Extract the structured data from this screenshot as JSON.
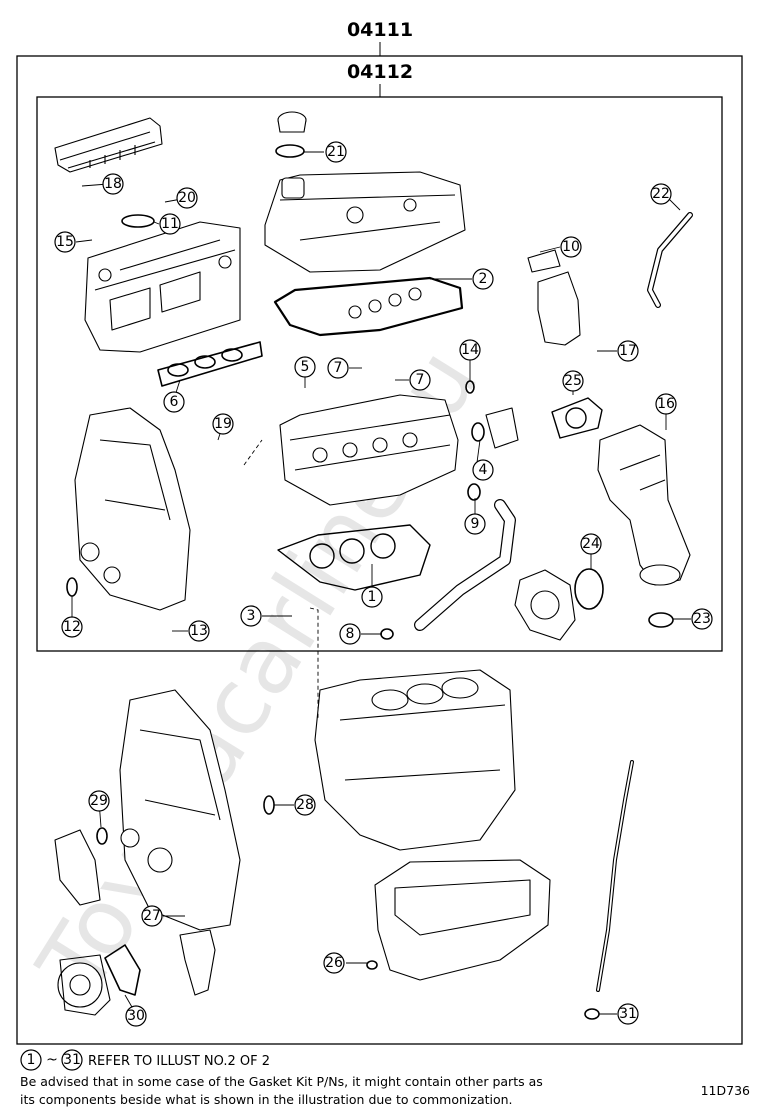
{
  "header": {
    "outer_code": "04111",
    "inner_code": "04112"
  },
  "callouts": [
    "1",
    "2",
    "3",
    "4",
    "5",
    "6",
    "7",
    "8",
    "9",
    "10",
    "11",
    "12",
    "13",
    "14",
    "15",
    "16",
    "17",
    "18",
    "19",
    "20",
    "21",
    "22",
    "23",
    "24",
    "25",
    "26",
    "27",
    "28",
    "29",
    "30",
    "31"
  ],
  "footer": {
    "range_start": "1",
    "range_end": "31",
    "range_sep": "~",
    "refer_text": "REFER TO ILLUST NO.2 OF 2",
    "note_line1": "Be advised that in some case of the Gasket Kit P/Ns,  it might contain other parts as",
    "note_line2": "its components beside what is shown in the illustration due to commonization.",
    "illustration_code": "11D736"
  },
  "watermark": "Toyotacarline.ru"
}
